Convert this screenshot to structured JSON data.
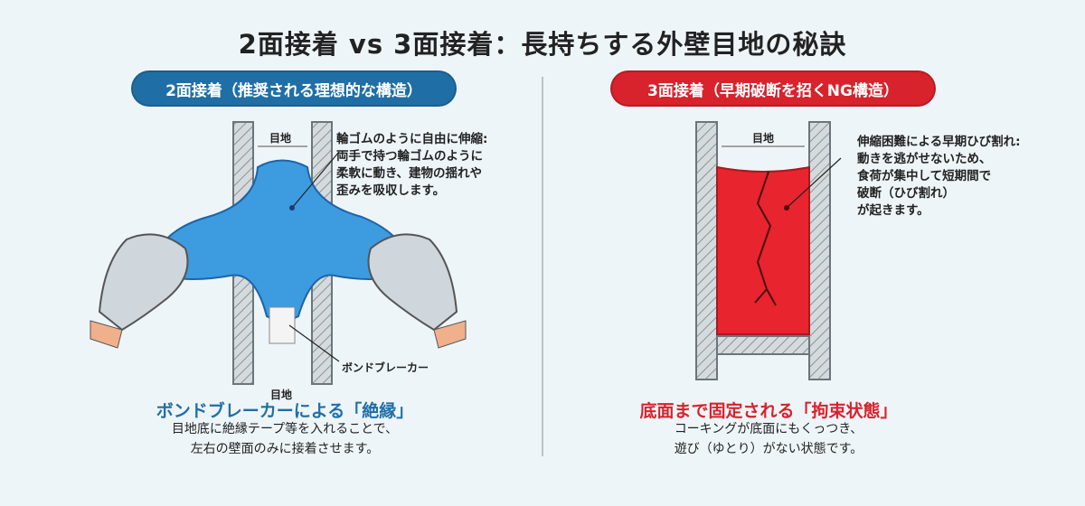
{
  "title": "2面接着 vs 3面接着：長持ちする外壁目地の秘訣",
  "left": {
    "pill": "2面接着（推奨される理想的な構造）",
    "joint_label_top": "目地",
    "joint_label_bottom": "目地",
    "bond_breaker_label": "ボンドブレーカー",
    "note": "輪ゴムのように自由に伸縮:\n両手で持つ輪ゴムのように\n柔軟に動き、建物の揺れや\n歪みを吸収します。",
    "heading": "ボンドブレーカーによる「絶縁」",
    "description": "目地底に絶縁テープ等を入れることで、\n左右の壁面のみに接着させます。",
    "color": "#1f6fa6"
  },
  "right": {
    "pill": "3面接着（早期破断を招くNG構造）",
    "joint_label_top": "目地",
    "note": "伸縮困難による早期ひび割れ:\n動きを逃がせないため、\n食荷が集中して短期間で\n破断（ひび割れ）\nが起きます。",
    "heading": "底面まで固定される「拘束状態」",
    "description": "コーキングが底面にもくっつき、\n遊び（ゆとり）がない状態です。",
    "color": "#d8222c"
  }
}
